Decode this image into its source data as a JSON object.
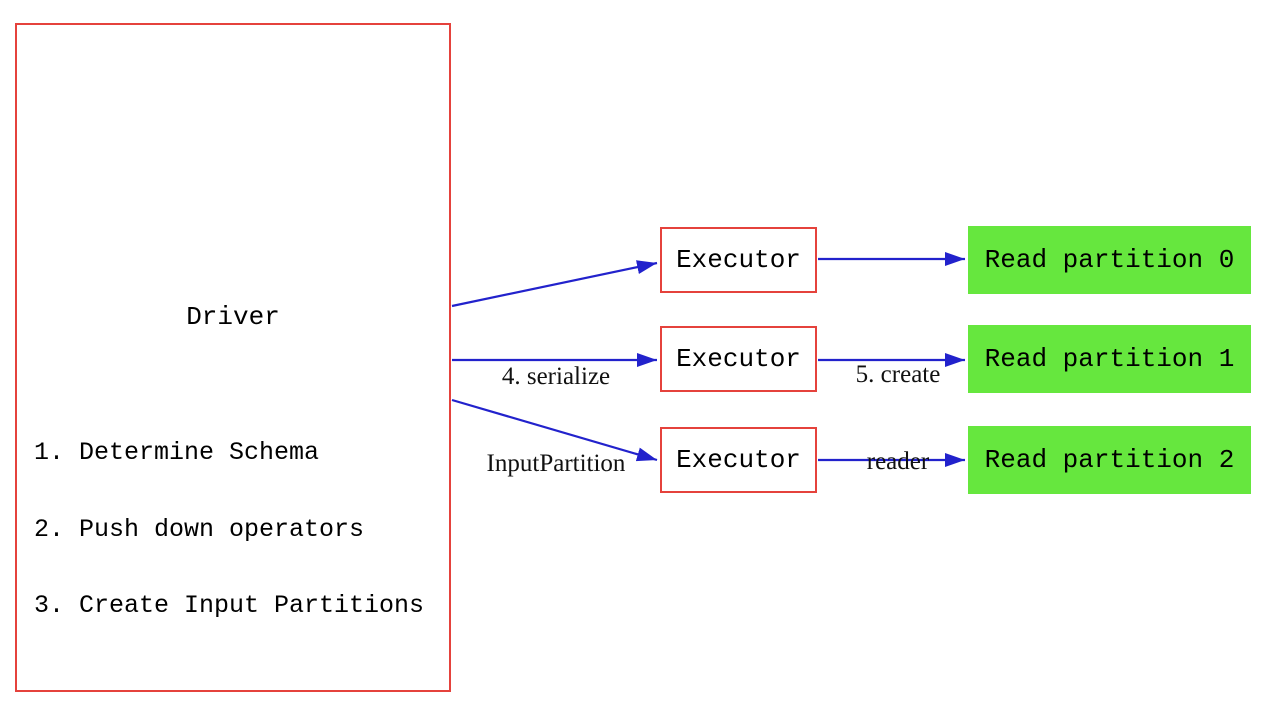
{
  "driver": {
    "title": "Driver",
    "steps": [
      "1. Determine Schema",
      "2. Push down operators",
      "3. Create Input Partitions"
    ]
  },
  "executors": [
    {
      "label": "Executor"
    },
    {
      "label": "Executor"
    },
    {
      "label": "Executor"
    }
  ],
  "partitions": [
    {
      "label": "Read partition 0"
    },
    {
      "label": "Read partition 1"
    },
    {
      "label": "Read partition 2"
    }
  ],
  "edge_labels": {
    "serialize": {
      "line1": "4. serialize",
      "line2": "InputPartition"
    },
    "create_reader": {
      "line1": "5. create",
      "line2": "reader"
    }
  },
  "colors": {
    "box_border": "#e5423c",
    "arrow": "#2222cc",
    "partition_fill": "#66e73e",
    "text": "#000000"
  }
}
